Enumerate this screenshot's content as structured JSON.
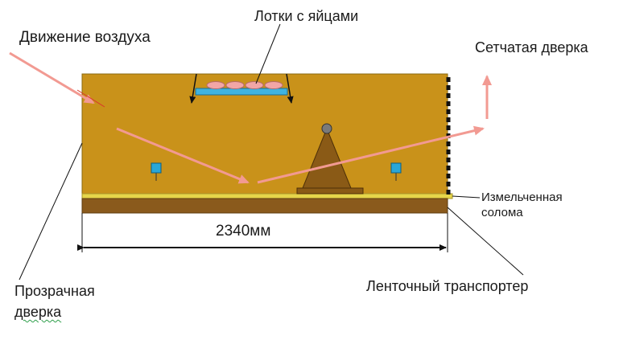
{
  "labels": {
    "air_movement": "Движение  воздуха",
    "egg_trays": "Лотки  с яйцами",
    "mesh_door": "Сетчатая дверка",
    "chopped_straw_line1": "Измельченная",
    "chopped_straw_line2": "солома",
    "dimension": "2340мм",
    "transparent_door_line1": "Прозрачная",
    "transparent_door_line2": "дверка",
    "belt_conveyor": "Ленточный транспортер"
  },
  "colors": {
    "chamber": "#c9921a",
    "floor": "#8a5a1c",
    "straw_strip": "#e6d54a",
    "air_arrow": "#f29a92",
    "cone": "#8a5a16",
    "tray": "#3fb3e0",
    "eggs": "#f2a6a6",
    "sensor": "#2aa7d8"
  }
}
